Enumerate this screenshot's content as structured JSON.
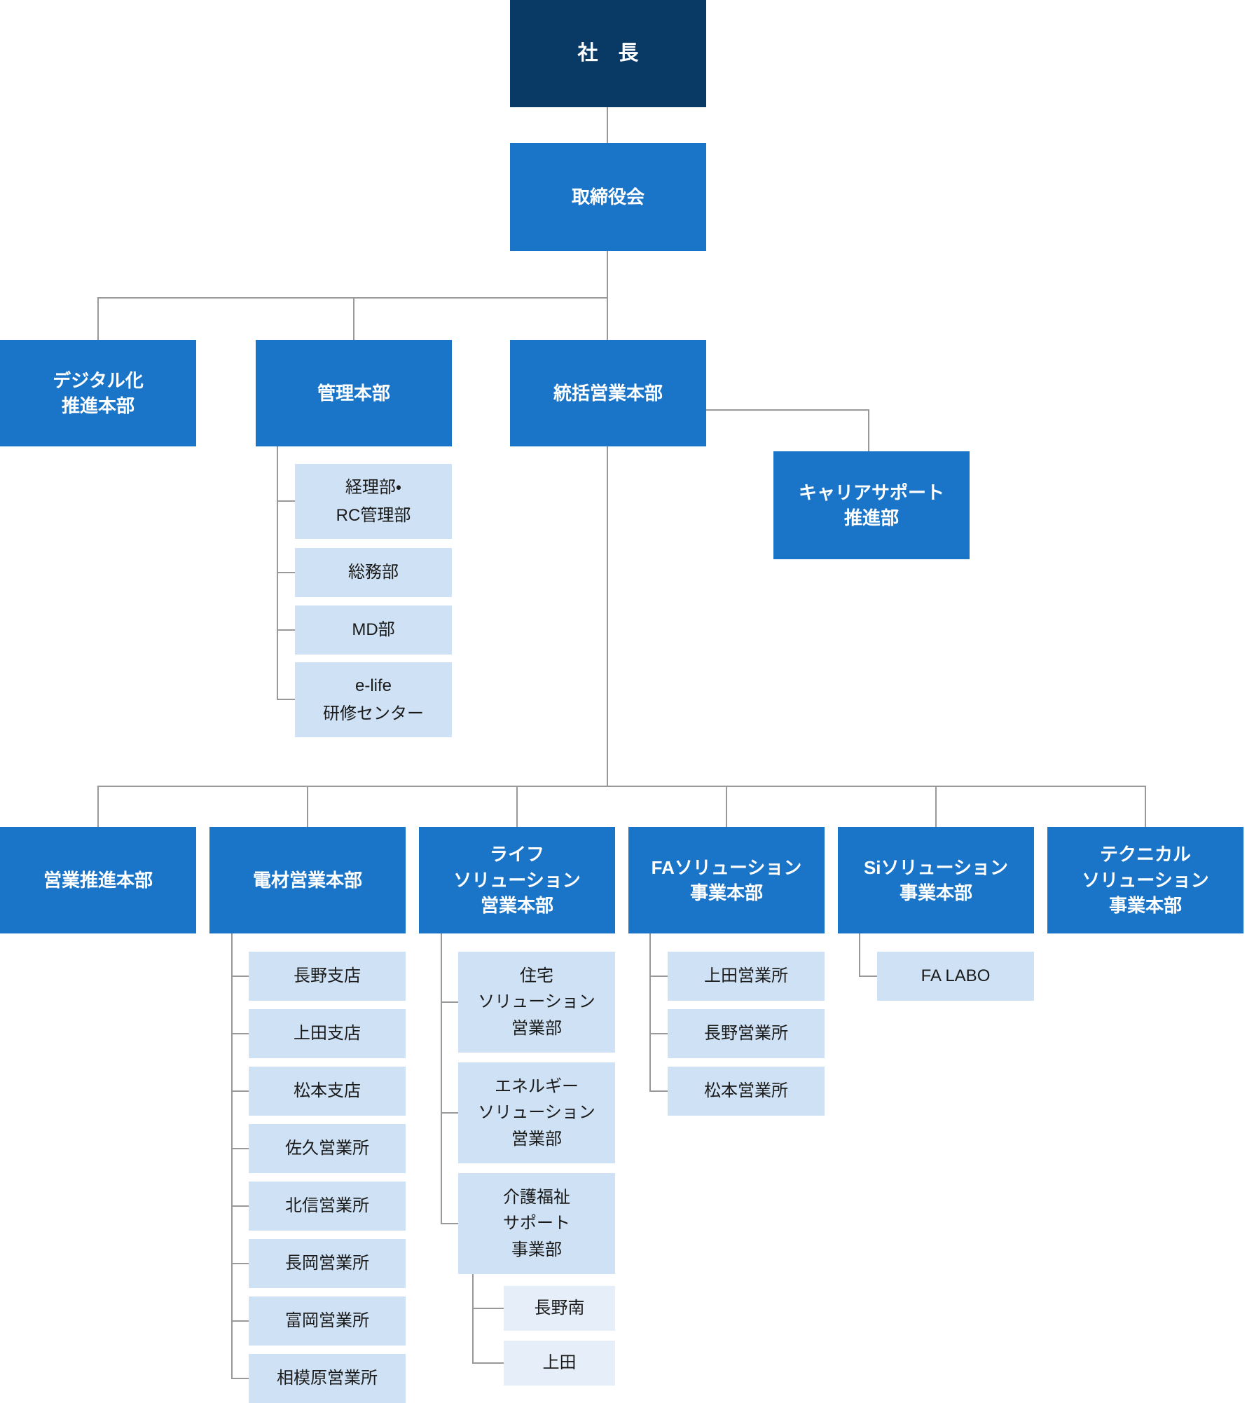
{
  "colors": {
    "navy": "#093a66",
    "blue": "#1a74c7",
    "light": "#cfe1f4",
    "lighter": "#e6eef9",
    "line": "#999999",
    "ink": "#1a1a1a"
  },
  "chart": {
    "president": "社　長",
    "board": "取締役会",
    "hq": {
      "digital": "デジタル化\n推進本部",
      "admin": "管理本部",
      "sales": "統括営業本部"
    },
    "career": "キャリアサポート\n推進部",
    "admin_depts": {
      "keiri": "経理部・\nRC管理部",
      "soumu": "総務部",
      "md": "MD部",
      "elife": "e-life\n研修センター"
    },
    "divisions": {
      "promo": "営業推進本部",
      "denzai": "電材営業本部",
      "life": "ライフ\nソリューション\n営業本部",
      "fa": "FAソリューション\n事業本部",
      "si": "Siソリューション\n事業本部",
      "technical": "テクニカル\nソリューション\n事業本部"
    },
    "denzai_offices": [
      "長野支店",
      "上田支店",
      "松本支店",
      "佐久営業所",
      "北信営業所",
      "長岡営業所",
      "富岡営業所",
      "相模原営業所"
    ],
    "life_depts": [
      "住宅\nソリューション\n営業部",
      "エネルギー\nソリューション\n営業部",
      "介護福祉\nサポート\n事業部"
    ],
    "kaigo_offices": [
      "長野南",
      "上田"
    ],
    "fa_offices": [
      "上田営業所",
      "長野営業所",
      "松本営業所"
    ],
    "si_offices": [
      "FA LABO"
    ]
  }
}
